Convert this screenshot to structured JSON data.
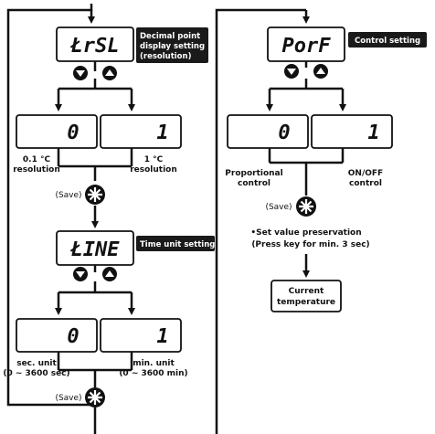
{
  "colors": {
    "line": "#111111",
    "tag_bg": "#1a1a1a",
    "tag_text": "#ffffff",
    "background": "#ffffff"
  },
  "icons": {
    "down": "triangle-down-circle-icon",
    "up": "triangle-up-circle-icon",
    "save": "asterisk-circle-icon"
  },
  "left_column": {
    "trsl": {
      "display": "ŁrSL",
      "tag_line1": "Decimal point",
      "tag_line2": "display setting",
      "tag_line3": "(resolution)",
      "option_0": {
        "display": "0",
        "caption_line1": "0.1 °C",
        "caption_line2": "resolution"
      },
      "option_1": {
        "display": "1",
        "caption_line1": "1 °C",
        "caption_line2": "resolution"
      },
      "save_label": "(Save)"
    },
    "time": {
      "display": "ŁINE",
      "tag": "Time unit setting",
      "option_0": {
        "display": "0",
        "caption_line1": "sec. unit",
        "caption_line2": "(0 ~ 3600 sec)"
      },
      "option_1": {
        "display": "1",
        "caption_line1": "min. unit",
        "caption_line2": "(0 ~ 3600 min)"
      },
      "save_label": "(Save)"
    }
  },
  "right_column": {
    "porf": {
      "display": "PorF",
      "tag": "Control setting",
      "option_0": {
        "display": "0",
        "caption_line1": "Proportional",
        "caption_line2": "control"
      },
      "option_1": {
        "display": "1",
        "caption_line1": "ON/OFF",
        "caption_line2": "control"
      },
      "save_label": "(Save)",
      "note_line1": "•Set value preservation",
      "note_line2": "(Press key for min. 3 sec)",
      "result_line1": "Current",
      "result_line2": "temperature"
    }
  }
}
